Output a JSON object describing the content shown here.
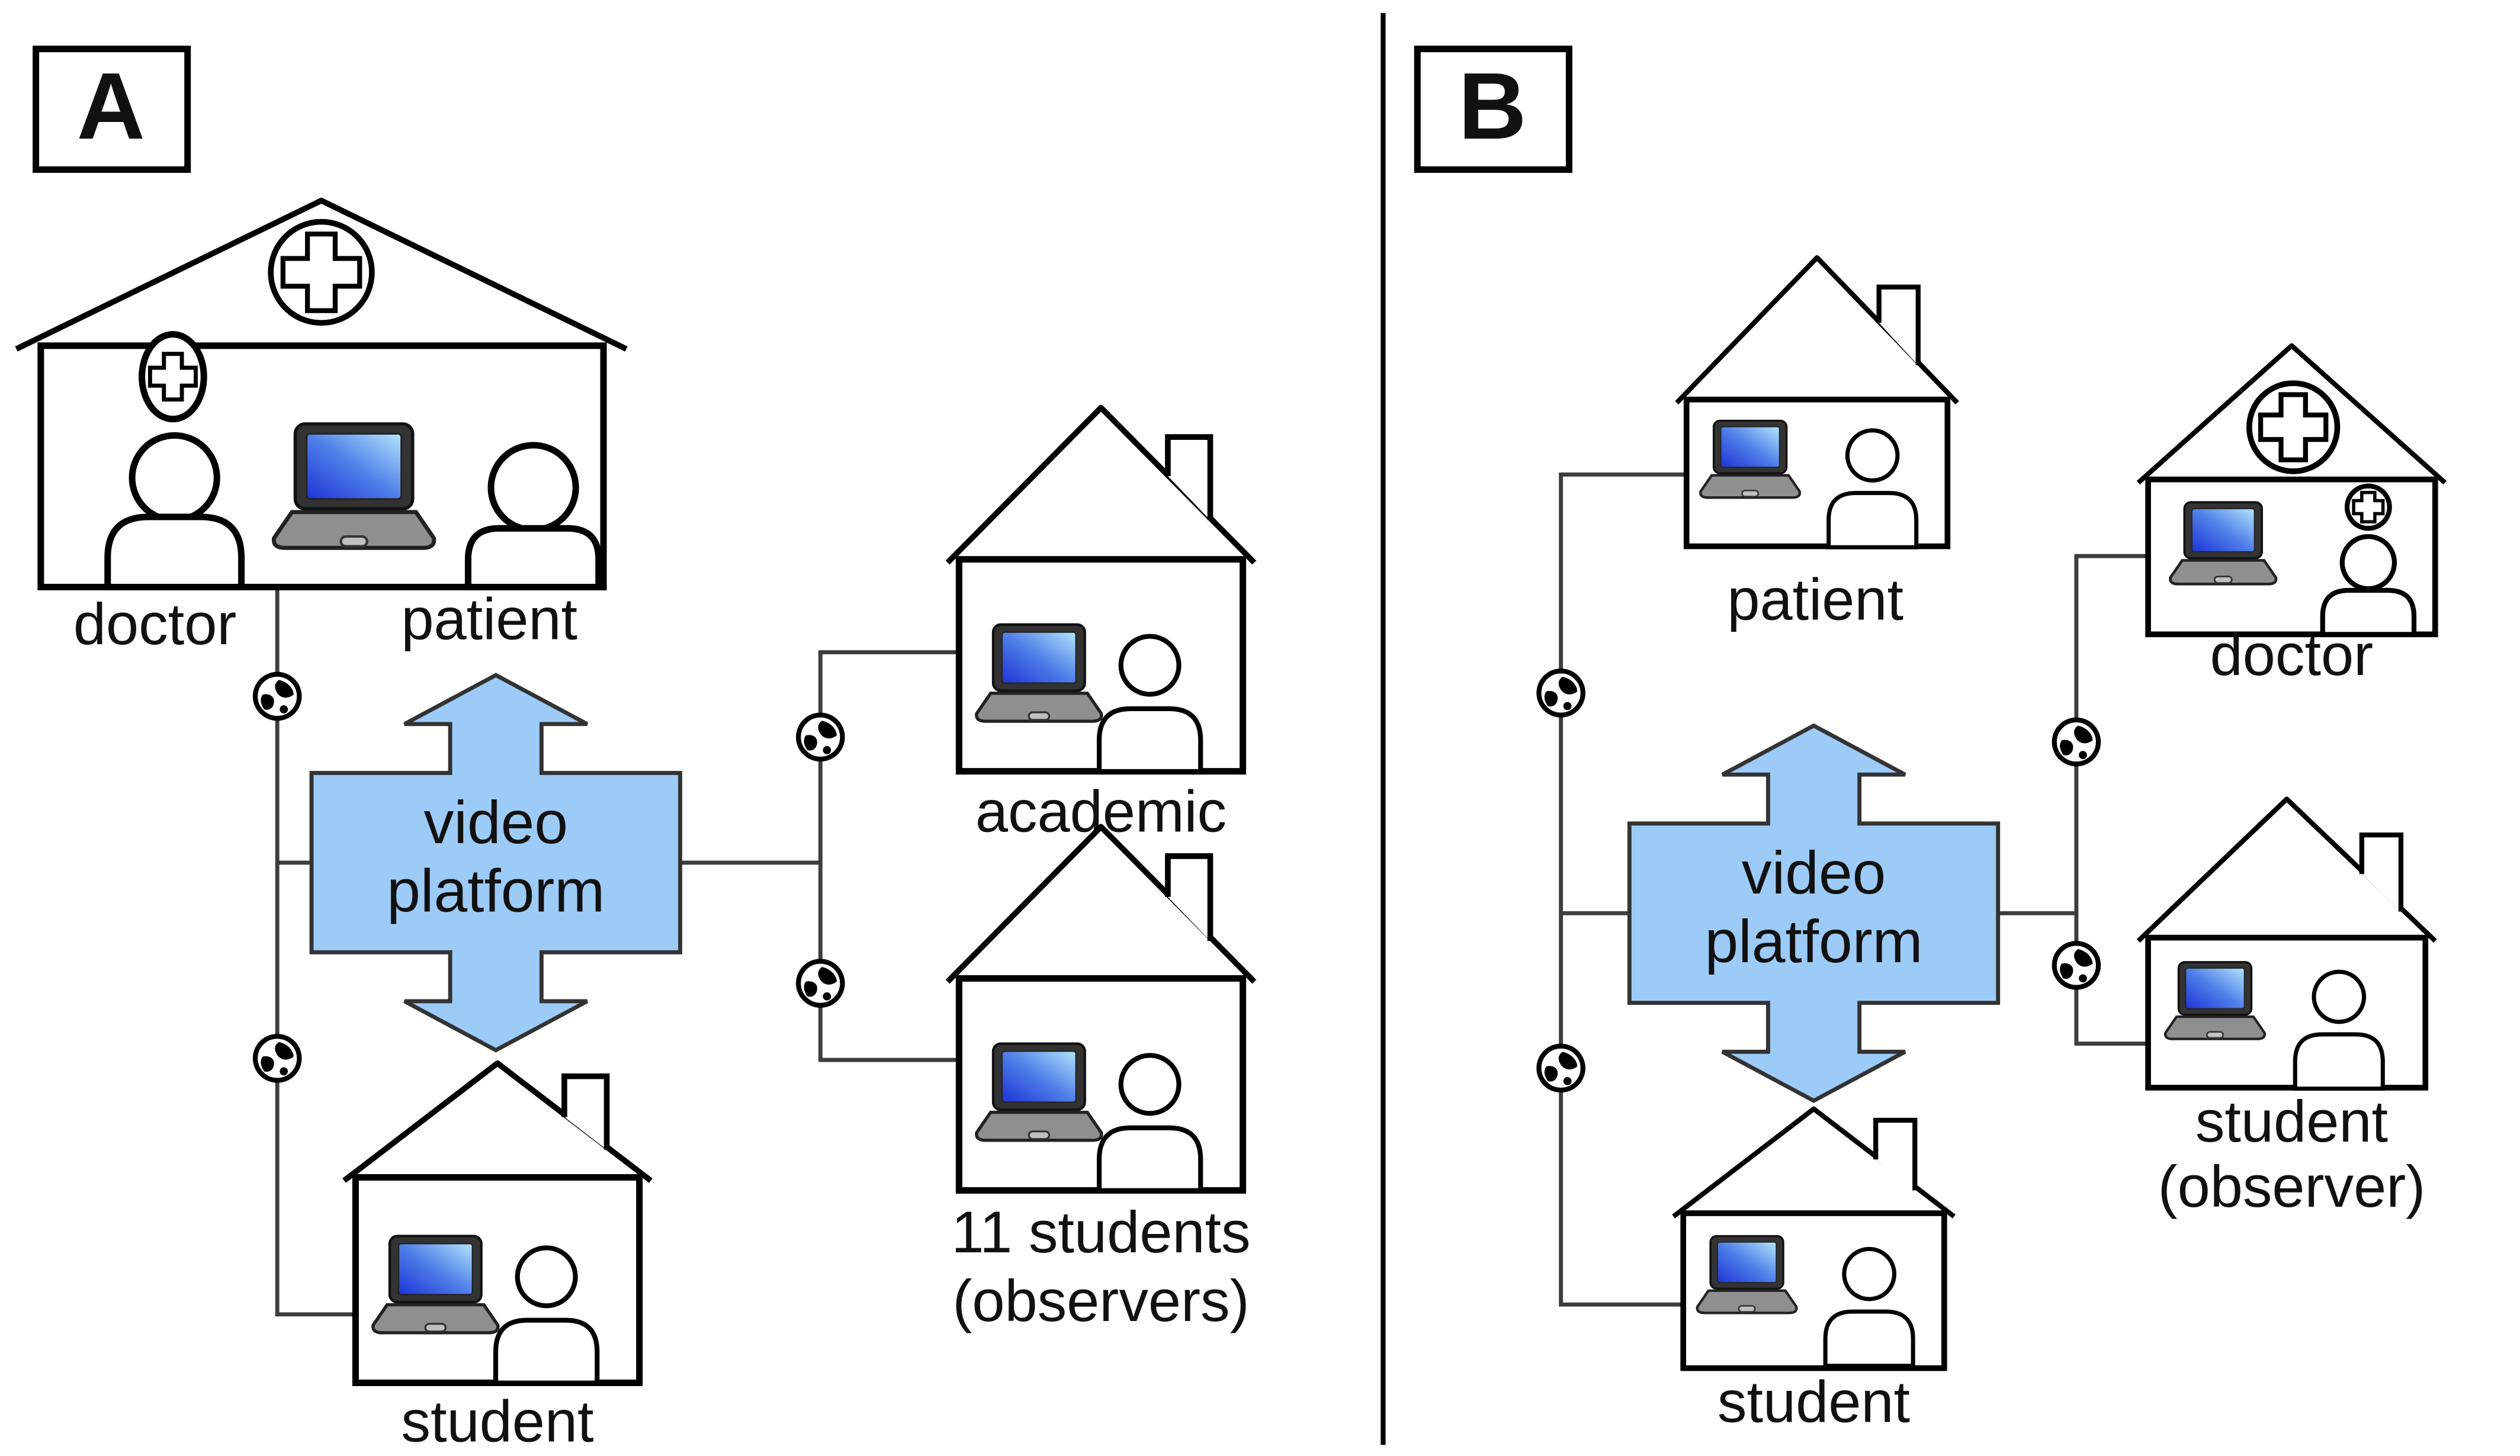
{
  "panel_a": {
    "tag": "A",
    "hospital": {
      "doctor_label": "doctor",
      "patient_label": "patient"
    },
    "platform": {
      "line1": "video",
      "line2": "platform"
    },
    "academic_label": "academic",
    "students_label_line1": "11 students",
    "students_label_line2": "(observers)",
    "student_label": "student"
  },
  "panel_b": {
    "tag": "B",
    "patient_label": "patient",
    "platform": {
      "line1": "video",
      "line2": "platform"
    },
    "doctor_label": "doctor",
    "student_label": "student",
    "observer_label_line1": "student",
    "observer_label_line2": "(observer)"
  },
  "colors": {
    "platform_fill": "#9DCBF7",
    "platform_stroke": "#333333",
    "line": "#3d3d3d",
    "outline": "#000000",
    "text": "#111111",
    "laptop_screen_dark": "#1e34d6",
    "laptop_screen_mid": "#4f7fe8",
    "laptop_screen_light": "#b3e4fc"
  },
  "icons": {
    "globe": "internet-globe-icon",
    "laptop": "laptop-icon",
    "person": "person-icon",
    "medical_cross": "medical-cross-icon",
    "house": "house-icon",
    "hospital": "hospital-icon",
    "arrow_platform": "video-platform-arrows-icon"
  }
}
